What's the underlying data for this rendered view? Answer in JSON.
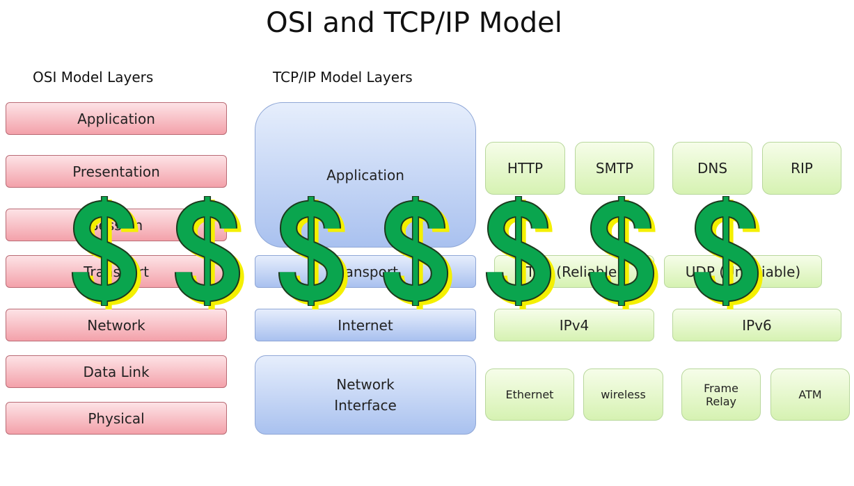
{
  "title": "OSI and TCP/IP Model",
  "osi": {
    "heading": "OSI Model Layers",
    "layers": [
      "Application",
      "Presentation",
      "Session",
      "Transport",
      "Network",
      "Data Link",
      "Physical"
    ]
  },
  "tcpip": {
    "heading": "TCP/IP Model Layers",
    "layers": [
      "Application",
      "Transport",
      "Internet",
      "Network Interface"
    ]
  },
  "protocols": {
    "application": [
      "HTTP",
      "SMTP",
      "DNS",
      "RIP"
    ],
    "transport": [
      "TCP (Reliable)",
      "UDP (Unreliable)"
    ],
    "internet": [
      "IPv4",
      "IPv6"
    ],
    "network_interface": [
      "Ethernet",
      "wireless",
      "Frame Relay",
      "ATM"
    ]
  },
  "overlay": {
    "symbol": "$",
    "count": 7,
    "color": "#0aa54e",
    "shadow": "#f4f000"
  }
}
